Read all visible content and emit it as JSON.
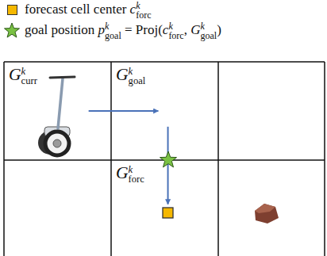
{
  "diagram": {
    "nodes": [
      {
        "text": [
          "Gkcurr"
        ]
      },
      {
        "text": [
          "Gkgoal"
        ]
      },
      {
        "text": [
          "Gkforc"
        ]
      }
    ],
    "edges": [
      {
        "from": 0,
        "to": 1,
        "arrow": "to"
      },
      {
        "from": 1,
        "to": 2,
        "arrow": "to"
      }
    ],
    "legend": [
      {
        "text": "forecast cell center ckforc",
        "color": "#f5b800"
      },
      {
        "text": "goal position pkgoal = Proj(ckforc, Gkgoal)"
      }
    ]
  }
}
